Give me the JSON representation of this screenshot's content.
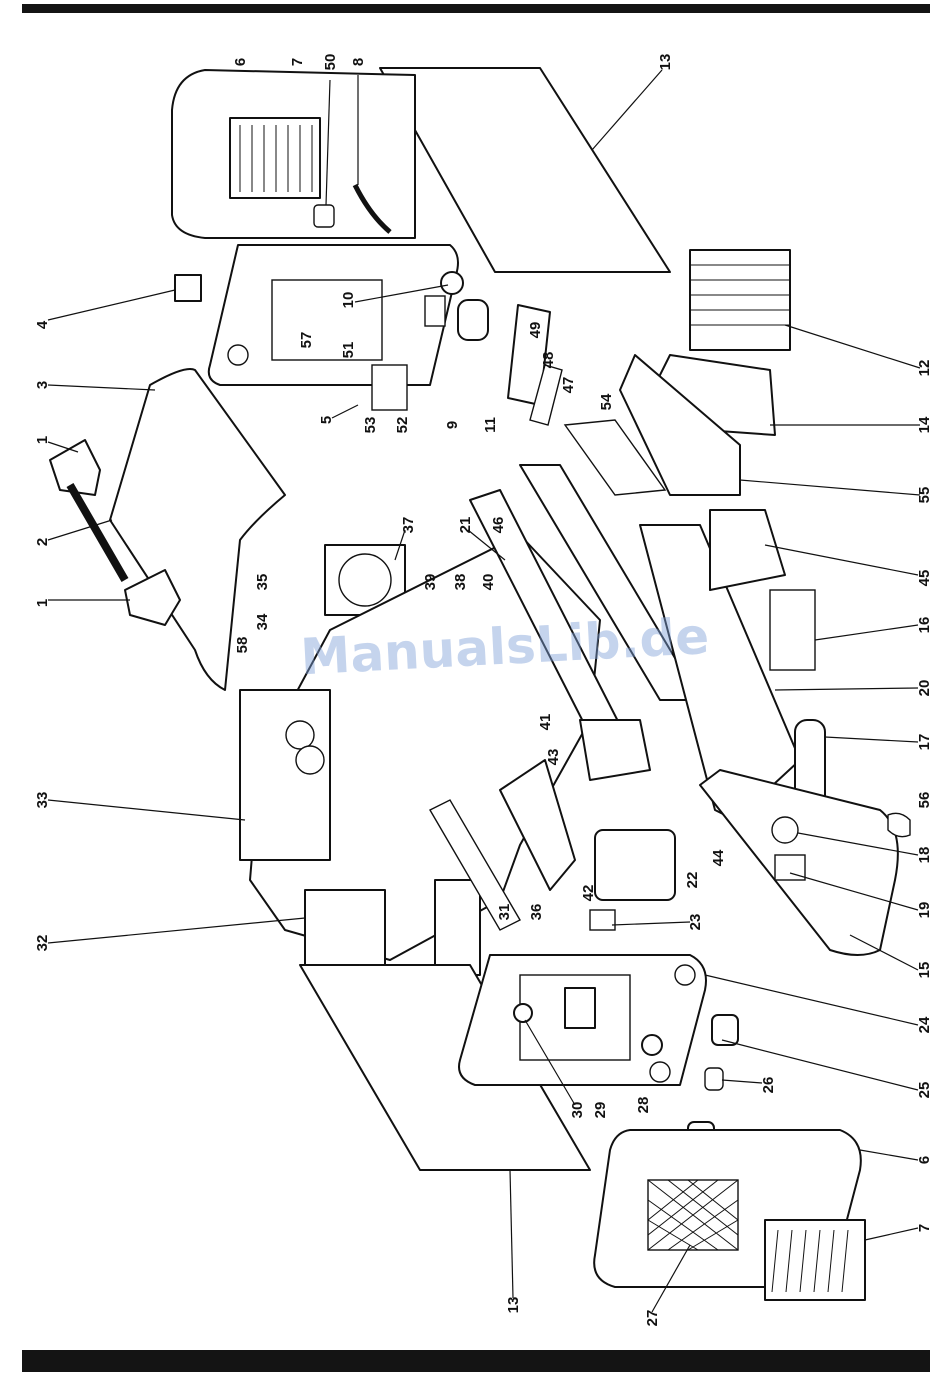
{
  "watermark": "ManualsLib.de",
  "callouts": [
    {
      "label": "6"
    },
    {
      "label": "7"
    },
    {
      "label": "50"
    },
    {
      "label": "8"
    },
    {
      "label": "13"
    },
    {
      "label": "4"
    },
    {
      "label": "10"
    },
    {
      "label": "57"
    },
    {
      "label": "51"
    },
    {
      "label": "49"
    },
    {
      "label": "48"
    },
    {
      "label": "47"
    },
    {
      "label": "12"
    },
    {
      "label": "3"
    },
    {
      "label": "1"
    },
    {
      "label": "5"
    },
    {
      "label": "53"
    },
    {
      "label": "52"
    },
    {
      "label": "9"
    },
    {
      "label": "11"
    },
    {
      "label": "54"
    },
    {
      "label": "14"
    },
    {
      "label": "55"
    },
    {
      "label": "2"
    },
    {
      "label": "1"
    },
    {
      "label": "37"
    },
    {
      "label": "21"
    },
    {
      "label": "46"
    },
    {
      "label": "45"
    },
    {
      "label": "39"
    },
    {
      "label": "38"
    },
    {
      "label": "40"
    },
    {
      "label": "35"
    },
    {
      "label": "34"
    },
    {
      "label": "58"
    },
    {
      "label": "16"
    },
    {
      "label": "20"
    },
    {
      "label": "41"
    },
    {
      "label": "43"
    },
    {
      "label": "17"
    },
    {
      "label": "56"
    },
    {
      "label": "33"
    },
    {
      "label": "18"
    },
    {
      "label": "44"
    },
    {
      "label": "22"
    },
    {
      "label": "42"
    },
    {
      "label": "36"
    },
    {
      "label": "31"
    },
    {
      "label": "19"
    },
    {
      "label": "32"
    },
    {
      "label": "23"
    },
    {
      "label": "15"
    },
    {
      "label": "24"
    },
    {
      "label": "25"
    },
    {
      "label": "26"
    },
    {
      "label": "28"
    },
    {
      "label": "29"
    },
    {
      "label": "30"
    },
    {
      "label": "6"
    },
    {
      "label": "7"
    },
    {
      "label": "13"
    },
    {
      "label": "27"
    }
  ]
}
